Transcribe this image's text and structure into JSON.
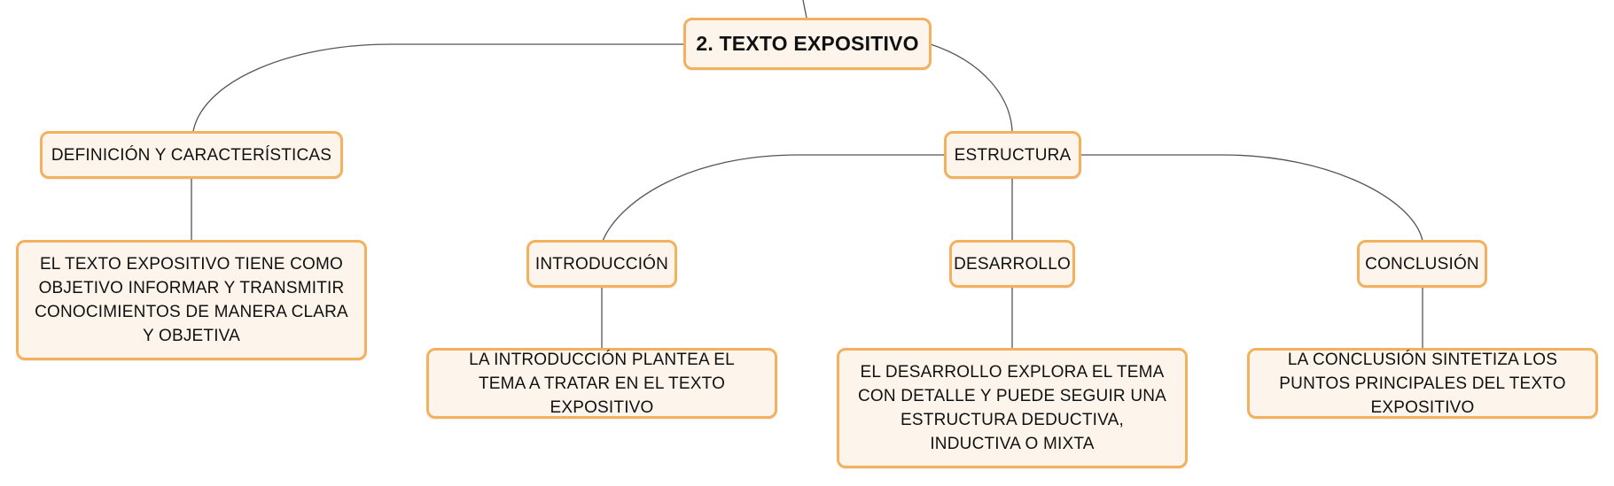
{
  "map": {
    "root": "2. TEXTO EXPOSITIVO",
    "definition": {
      "title": "DEFINICIÓN Y CARACTERÍSTICAS",
      "text": "EL TEXTO EXPOSITIVO TIENE COMO OBJETIVO INFORMAR Y TRANSMITIR CONOCIMIENTOS DE MANERA CLARA Y OBJETIVA"
    },
    "structure": {
      "title": "ESTRUCTURA",
      "introduction": {
        "title": "INTRODUCCIÓN",
        "text": "LA INTRODUCCIÓN PLANTEA EL TEMA A TRATAR EN EL TEXTO EXPOSITIVO"
      },
      "development": {
        "title": "DESARROLLO",
        "text": "EL DESARROLLO EXPLORA EL TEMA CON DETALLE Y PUEDE SEGUIR UNA ESTRUCTURA DEDUCTIVA, INDUCTIVA O MIXTA"
      },
      "conclusion": {
        "title": "CONCLUSIÓN",
        "text": "LA CONCLUSIÓN SINTETIZA LOS PUNTOS PRINCIPALES DEL TEXTO EXPOSITIVO"
      }
    }
  },
  "colors": {
    "node_border": "#f3b15e",
    "node_fill": "#fdf5ec",
    "connector": "#555555"
  }
}
